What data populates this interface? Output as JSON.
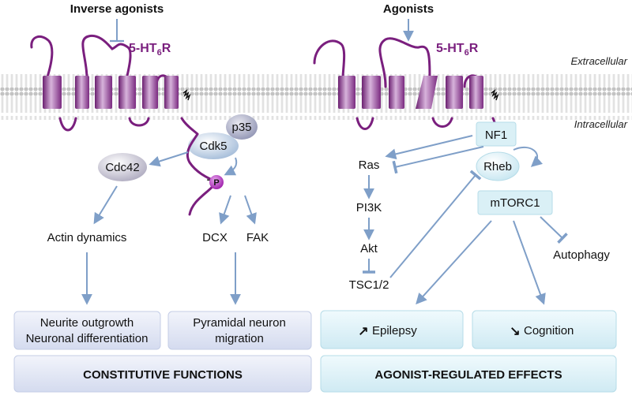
{
  "inverse_agonists": "Inverse agonists",
  "agonists": "Agonists",
  "receptor_left": {
    "main": "5-HT",
    "sub": "6",
    "end": "R"
  },
  "receptor_right": {
    "main": "5-HT",
    "sub": "6",
    "end": "R"
  },
  "extracellular": "Extracellular",
  "intracellular": "Intracellular",
  "left": {
    "cdk5": "Cdk5",
    "p35": "p35",
    "cdc42": "Cdc42",
    "phospho": "P",
    "actin": "Actin dynamics",
    "dcx": "DCX",
    "fak": "FAK",
    "box1_line1": "Neurite outgrowth",
    "box1_line2": "Neuronal differentiation",
    "box2_line1": "Pyramidal neuron",
    "box2_line2": "migration",
    "constitutive": "CONSTITUTIVE FUNCTIONS"
  },
  "right": {
    "nf1": "NF1",
    "ras": "Ras",
    "pi3k": "PI3K",
    "akt": "Akt",
    "tsc": "TSC1/2",
    "rheb": "Rheb",
    "mtorc1": "mTORC1",
    "autophagy": "Autophagy",
    "epilepsy": "Epilepsy",
    "cognition": "Cognition",
    "agonist_effects": "AGONIST-REGULATED EFFECTS"
  },
  "colors": {
    "receptor": "#7a1f7e",
    "arrow": "#7f9fc8",
    "membrane": "#c8c8c8"
  }
}
